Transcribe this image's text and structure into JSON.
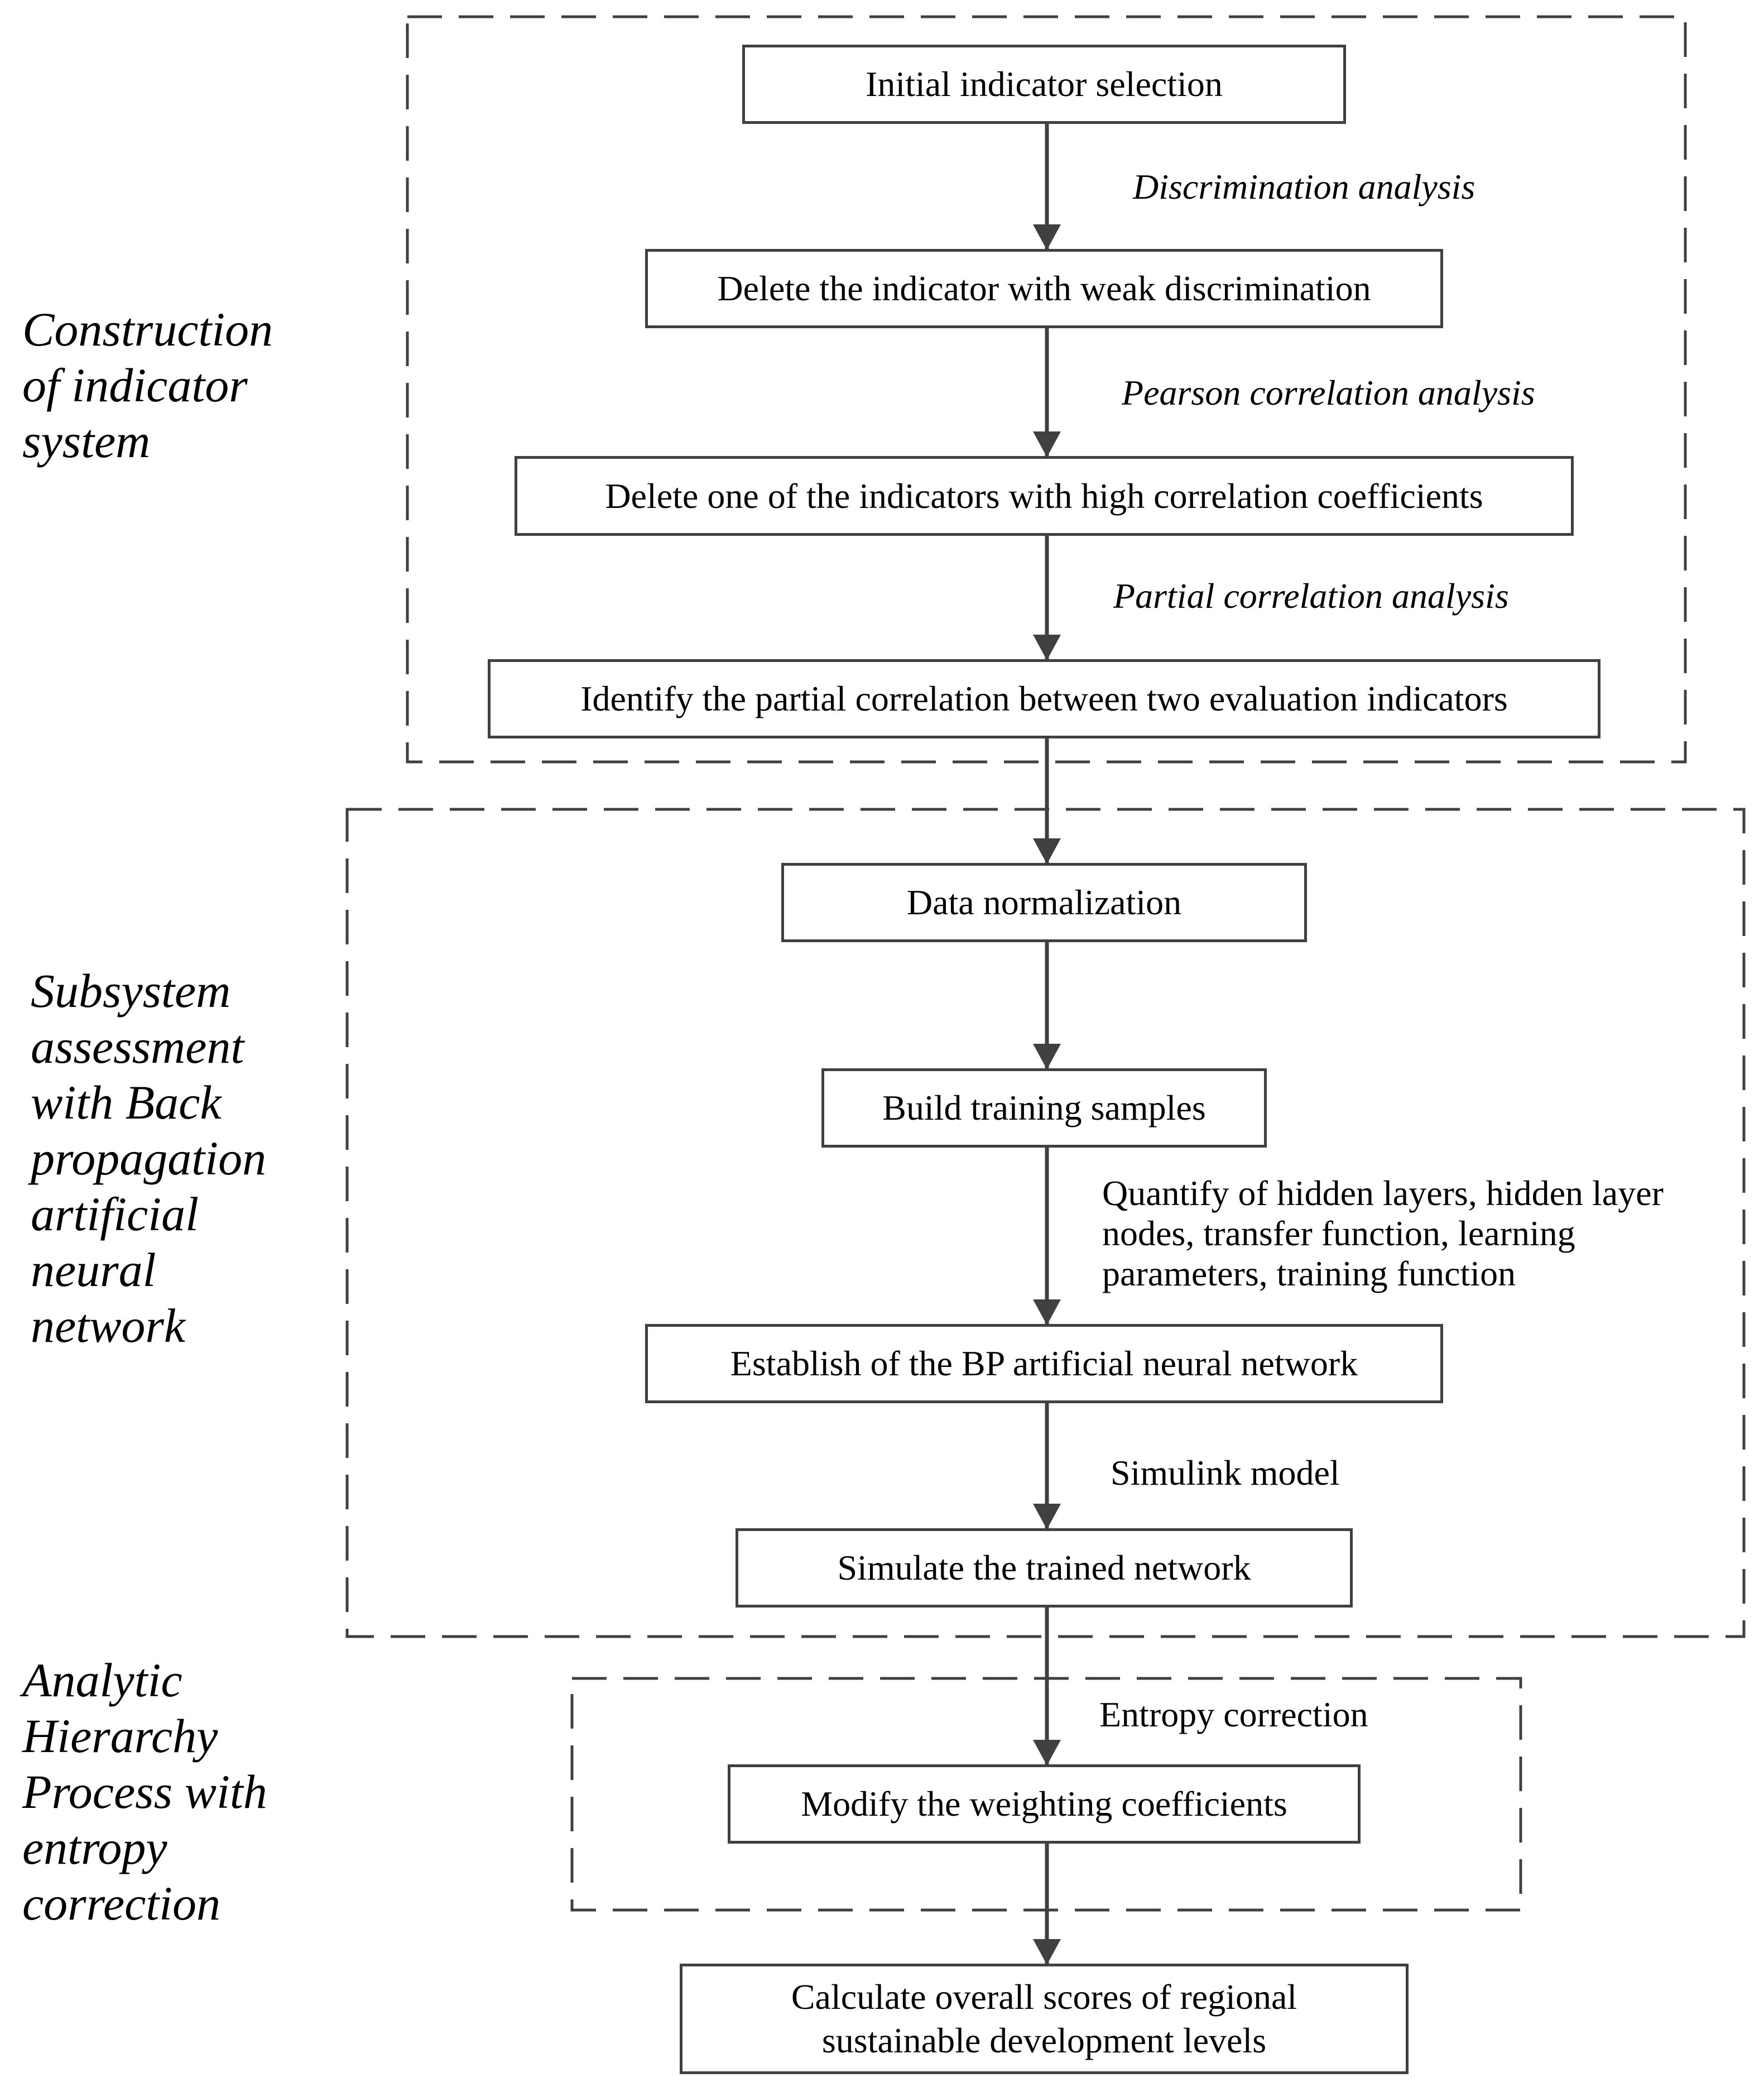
{
  "sections": {
    "construction": "Construction\nof indicator\nsystem",
    "subsystem": "Subsystem\nassessment\nwith Back\npropagation\nartificial\nneural\nnetwork",
    "ahp": "Analytic\nHierarchy\nProcess with\nentropy\ncorrection"
  },
  "nodes": {
    "initial_selection": "Initial indicator selection",
    "delete_weak": "Delete the indicator with weak discrimination",
    "delete_correlated": "Delete one of the indicators with high correlation coefficients",
    "identify_partial": "Identify the partial correlation between two evaluation indicators",
    "data_normalization": "Data normalization",
    "build_samples": "Build training samples",
    "establish_bp": "Establish of the BP artificial neural network",
    "simulate_network": "Simulate the trained network",
    "modify_weights": "Modify the weighting coefficients",
    "calculate_scores": "Calculate overall scores of regional\nsustainable development levels"
  },
  "edge_labels": {
    "discrimination": "Discrimination analysis",
    "pearson": "Pearson correlation analysis",
    "partial": "Partial correlation analysis",
    "quantify": "Quantify of hidden layers, hidden layer\nnodes, transfer function, learning\nparameters, training function",
    "simulink": "Simulink model",
    "entropy": "Entropy correction"
  },
  "colors": {
    "stroke": "#404040",
    "text": "#000000",
    "background": "#ffffff"
  }
}
